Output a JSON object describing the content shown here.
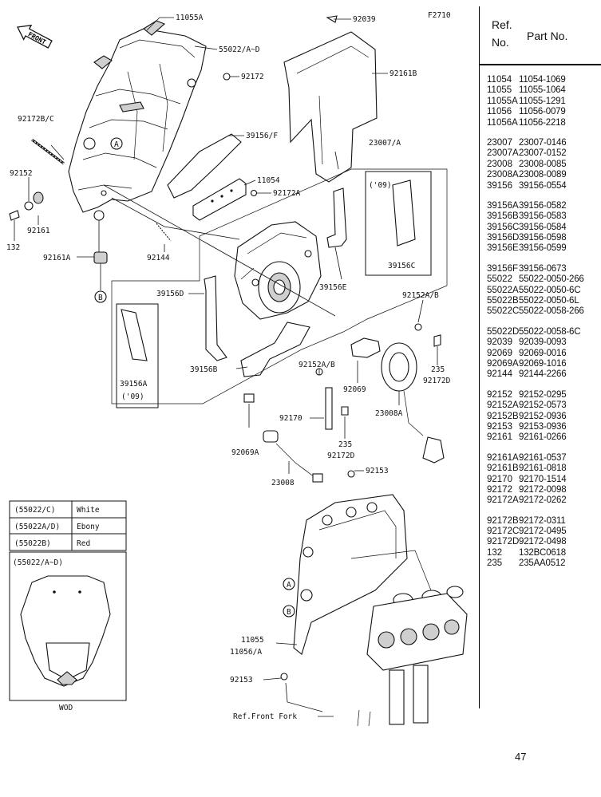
{
  "figure_code": "F2710",
  "front_arrow": "FRONT",
  "callouts": {
    "c11055A": "11055A",
    "c55022AD": "55022/A~D",
    "c92172": "92172",
    "c92039": "92039",
    "c92161B": "92161B",
    "c92172BC": "92172B/C",
    "c39156F": "39156/F",
    "c23007A": "23007/A",
    "c11054": "11054",
    "c92172A": "92172A",
    "c92152": "92152",
    "c92161": "92161",
    "c132a": "132",
    "c92161A": "92161A",
    "c92144": "92144",
    "c09a": "('09)",
    "c39156C": "39156C",
    "c39156D": "39156D",
    "c39156E": "39156E",
    "c92152AB_r": "92152A/B",
    "c39156A": "39156A",
    "c09b": "('09)",
    "c39156B": "39156B",
    "c92152AB_c": "92152A/B",
    "c235a": "235",
    "c92172D_a": "92172D",
    "c92069": "92069",
    "c23008A": "23008A",
    "c92170": "92170",
    "c235b": "235",
    "c92172D_b": "92172D",
    "c92069A": "92069A",
    "c23008": "23008",
    "c92153a": "92153",
    "c11055": "11055",
    "c11056A": "11056/A",
    "c92153b": "92153",
    "c_ref_fork": "Ref.Front Fork",
    "c_wod": "WOD",
    "c_boxlabel": "(55022/A~D)",
    "marker_A": "A",
    "marker_B": "B"
  },
  "color_table": [
    {
      "code": "(55022/C)",
      "color": "White"
    },
    {
      "code": "(55022A/D)",
      "color": "Ebony"
    },
    {
      "code": "(55022B)",
      "color": "Red"
    }
  ],
  "parts_table": {
    "header_ref": "Ref. No.",
    "header_part": "Part No.",
    "groups": [
      [
        {
          "ref": "11054",
          "part": "11054-1069"
        },
        {
          "ref": "11055",
          "part": "11055-1064"
        },
        {
          "ref": "11055A",
          "part": "11055-1291"
        },
        {
          "ref": "11056",
          "part": "11056-0079"
        },
        {
          "ref": "11056A",
          "part": "11056-2218"
        }
      ],
      [
        {
          "ref": "23007",
          "part": "23007-0146"
        },
        {
          "ref": "23007A",
          "part": "23007-0152"
        },
        {
          "ref": "23008",
          "part": "23008-0085"
        },
        {
          "ref": "23008A",
          "part": "23008-0089"
        },
        {
          "ref": "39156",
          "part": "39156-0554"
        }
      ],
      [
        {
          "ref": "39156A",
          "part": "39156-0582"
        },
        {
          "ref": "39156B",
          "part": "39156-0583"
        },
        {
          "ref": "39156C",
          "part": "39156-0584"
        },
        {
          "ref": "39156D",
          "part": "39156-0598"
        },
        {
          "ref": "39156E",
          "part": "39156-0599"
        }
      ],
      [
        {
          "ref": "39156F",
          "part": "39156-0673"
        },
        {
          "ref": "55022",
          "part": "55022-0050-266"
        },
        {
          "ref": "55022A",
          "part": "55022-0050-6C"
        },
        {
          "ref": "55022B",
          "part": "55022-0050-6L"
        },
        {
          "ref": "55022C",
          "part": "55022-0058-266"
        }
      ],
      [
        {
          "ref": "55022D",
          "part": "55022-0058-6C"
        },
        {
          "ref": "92039",
          "part": "92039-0093"
        },
        {
          "ref": "92069",
          "part": "92069-0016"
        },
        {
          "ref": "92069A",
          "part": "92069-1016"
        },
        {
          "ref": "92144",
          "part": "92144-2266"
        }
      ],
      [
        {
          "ref": "92152",
          "part": "92152-0295"
        },
        {
          "ref": "92152A",
          "part": "92152-0573"
        },
        {
          "ref": "92152B",
          "part": "92152-0936"
        },
        {
          "ref": "92153",
          "part": "92153-0936"
        },
        {
          "ref": "92161",
          "part": "92161-0266"
        }
      ],
      [
        {
          "ref": "92161A",
          "part": "92161-0537"
        },
        {
          "ref": "92161B",
          "part": "92161-0818"
        },
        {
          "ref": "92170",
          "part": "92170-1514"
        },
        {
          "ref": "92172",
          "part": "92172-0098"
        },
        {
          "ref": "92172A",
          "part": "92172-0262"
        }
      ],
      [
        {
          "ref": "92172B",
          "part": "92172-0311"
        },
        {
          "ref": "92172C",
          "part": "92172-0495"
        },
        {
          "ref": "92172D",
          "part": "92172-0498"
        },
        {
          "ref": "132",
          "part": "132BC0618"
        },
        {
          "ref": "235",
          "part": "235AA0512"
        }
      ]
    ]
  },
  "page_number": "47"
}
